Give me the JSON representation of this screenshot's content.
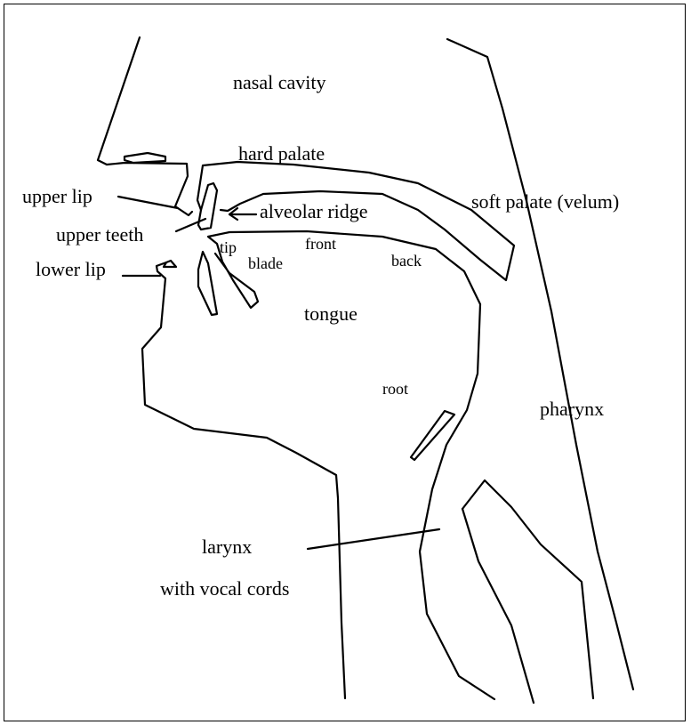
{
  "diagram": {
    "labels": {
      "nasal_cavity": "nasal cavity",
      "hard_palate": "hard palate",
      "soft_palate": "soft palate (velum)",
      "upper_lip": "upper lip",
      "alveolar_ridge": "alveolar ridge",
      "upper_teeth": "upper teeth",
      "lower_lip": "lower lip",
      "tip": "tip",
      "blade": "blade",
      "front": "front",
      "back": "back",
      "tongue": "tongue",
      "root": "root",
      "pharynx": "pharynx",
      "larynx": "larynx",
      "vocal_cords": "with vocal cords"
    }
  }
}
